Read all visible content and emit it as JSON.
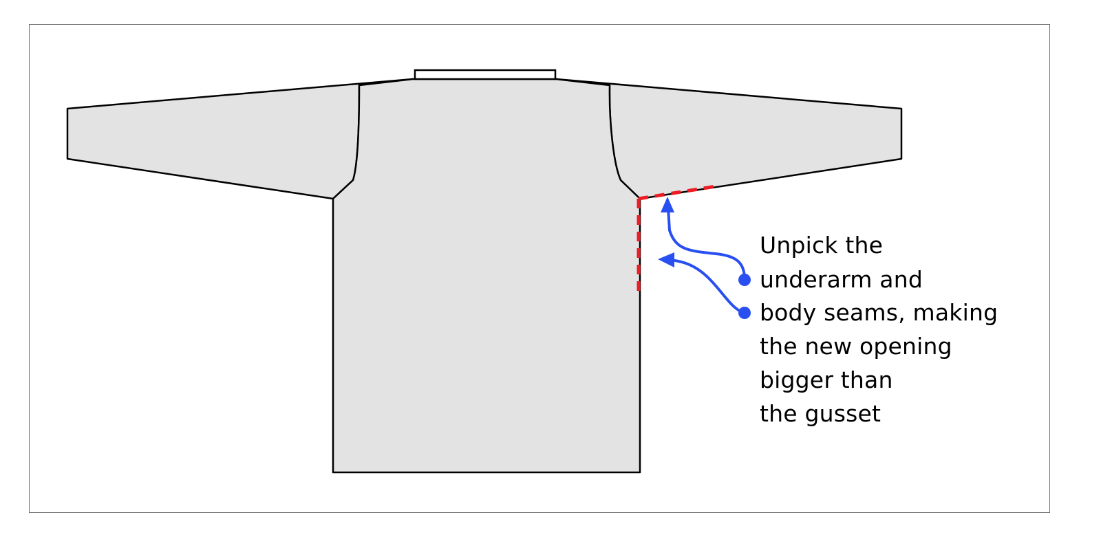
{
  "caption": {
    "lines": [
      "Unpick the",
      "underarm and",
      "body seams, making",
      "the new opening",
      "bigger than",
      "the gusset"
    ]
  },
  "colors": {
    "garment_fill": "#e3e3e3",
    "outline": "#000000",
    "seam_dashes": "#ed1c24",
    "arrows": "#2a4ff0",
    "frame": "#6e6e6e",
    "background": "#ffffff"
  }
}
